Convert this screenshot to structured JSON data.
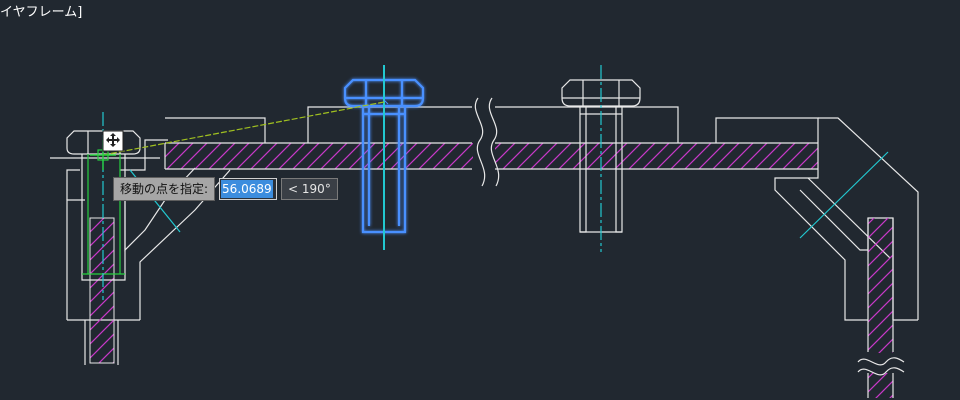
{
  "viewport": {
    "view_label": "イヤフレーム]",
    "background_color": "#212830"
  },
  "colors": {
    "outline": "#e8e8e8",
    "hatch": "#c838c8",
    "centerline": "#22c8d0",
    "selected": "#4a90ff",
    "selected_glow": "#9ec6ff",
    "thread": "#28d040",
    "rubber_band": "#a0c020"
  },
  "command_prompt": {
    "label": "移動の点を指定:",
    "distance_value": "56.0689",
    "angle_value": "< 190°"
  },
  "cursor": {
    "icon": "move-crosshair-icon"
  }
}
